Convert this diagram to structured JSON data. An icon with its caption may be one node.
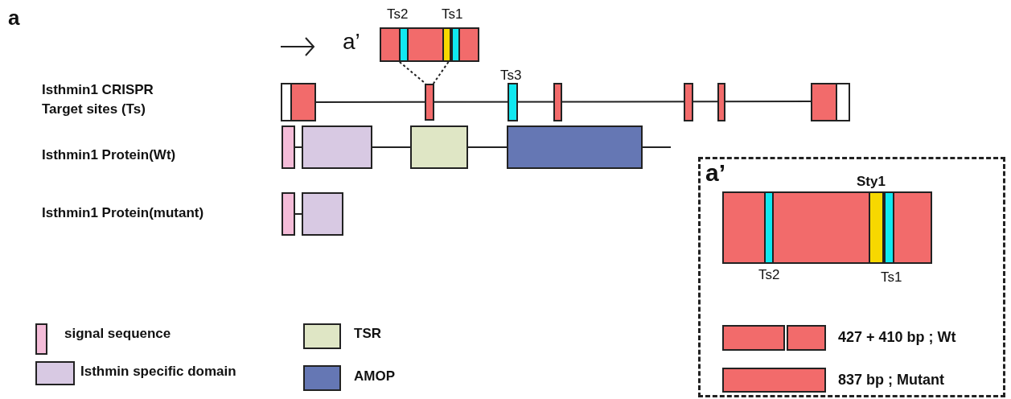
{
  "diagram": {
    "nodes": [
      {
        "text": [
          "a’"
        ]
      },
      {
        "text": [],
        "shape": "bar"
      },
      {
        "text": [
          "a’"
        ]
      }
    ],
    "edges": [
      {
        "from": 0,
        "to": 1,
        "arrow": "none",
        "style": "dashed"
      },
      {
        "from": 0,
        "to": 1,
        "arrow": "none",
        "style": "dashed"
      }
    ],
    "labels": [
      "a",
      "Ts2",
      "Ts1",
      "Ts3",
      "Isthmin1 CRISPR Target sites (Ts)",
      "Isthmin1 Protein(Wt)",
      "Isthmin1 Protein(mutant)",
      "Sty1",
      "Ts2",
      "Ts1",
      "427 + 410 bp ; Wt",
      "837 bp ; Mutant"
    ],
    "legend": [
      {
        "text": "signal sequence",
        "color": "#f4bcd8"
      },
      {
        "text": "Isthmin specific domain",
        "color": "#d8c9e3"
      },
      {
        "text": "TSR",
        "color": "#dfe6c5"
      },
      {
        "text": "AMOP",
        "color": "#6577b4"
      }
    ]
  }
}
